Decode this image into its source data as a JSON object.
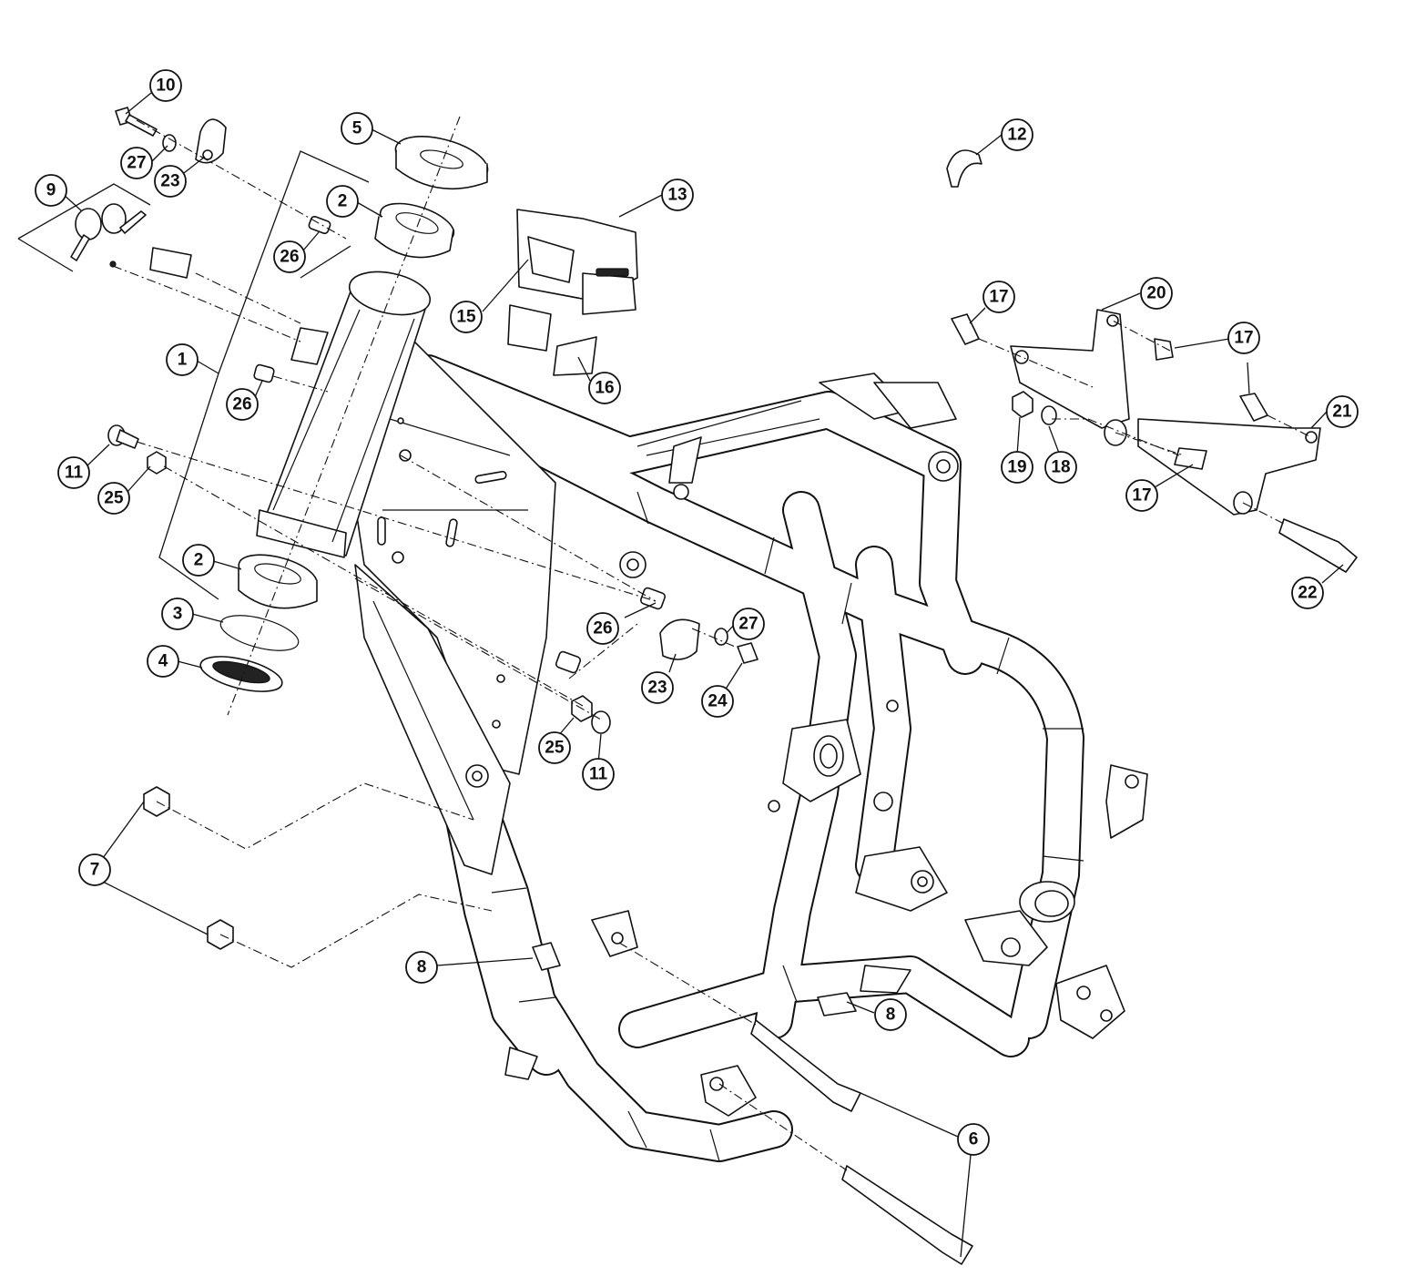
{
  "diagram": {
    "callouts": [
      {
        "id": "c10a",
        "label": "10"
      },
      {
        "id": "c27a",
        "label": "27"
      },
      {
        "id": "c23a",
        "label": "23"
      },
      {
        "id": "c9a",
        "label": "9"
      },
      {
        "id": "c5a",
        "label": "5"
      },
      {
        "id": "c2a",
        "label": "2"
      },
      {
        "id": "c26a",
        "label": "26"
      },
      {
        "id": "c1a",
        "label": "1"
      },
      {
        "id": "c26b",
        "label": "26"
      },
      {
        "id": "c11a",
        "label": "11"
      },
      {
        "id": "c25a",
        "label": "25"
      },
      {
        "id": "c2b",
        "label": "2"
      },
      {
        "id": "c3a",
        "label": "3"
      },
      {
        "id": "c4a",
        "label": "4"
      },
      {
        "id": "c13a",
        "label": "13"
      },
      {
        "id": "c15a",
        "label": "15"
      },
      {
        "id": "c16a",
        "label": "16"
      },
      {
        "id": "c12a",
        "label": "12"
      },
      {
        "id": "c17a",
        "label": "17"
      },
      {
        "id": "c20a",
        "label": "20"
      },
      {
        "id": "c17b",
        "label": "17"
      },
      {
        "id": "c17c",
        "label": "17"
      },
      {
        "id": "c21a",
        "label": "21"
      },
      {
        "id": "c19a",
        "label": "19"
      },
      {
        "id": "c18a",
        "label": "18"
      },
      {
        "id": "c17d",
        "label": "17"
      },
      {
        "id": "c22a",
        "label": "22"
      },
      {
        "id": "c26c",
        "label": "26"
      },
      {
        "id": "c27b",
        "label": "27"
      },
      {
        "id": "c23b",
        "label": "23"
      },
      {
        "id": "c24a",
        "label": "24"
      },
      {
        "id": "c25b",
        "label": "25"
      },
      {
        "id": "c11b",
        "label": "11"
      },
      {
        "id": "c7a",
        "label": "7"
      },
      {
        "id": "c8a",
        "label": "8"
      },
      {
        "id": "c8b",
        "label": "8"
      },
      {
        "id": "c6a",
        "label": "6"
      }
    ]
  }
}
